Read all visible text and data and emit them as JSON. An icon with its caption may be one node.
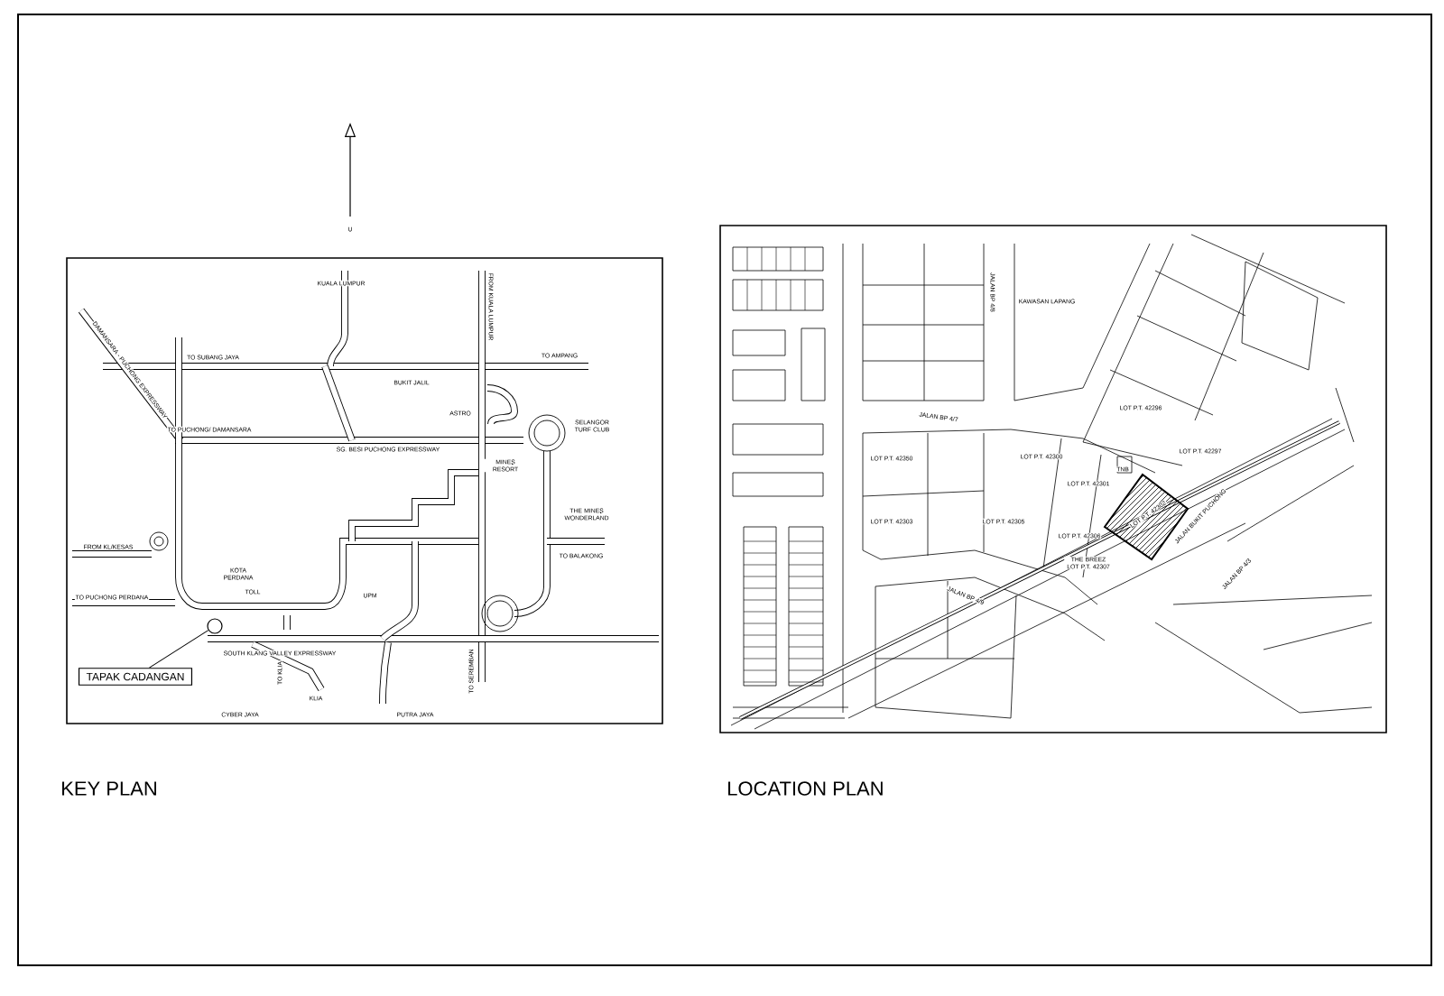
{
  "diagram": {
    "nodes": [
      {
        "text": [
          "TAPAK CADANGAN"
        ]
      },
      {
        "text": [],
        "shape": "circle"
      }
    ],
    "edges": [
      {
        "from": 0,
        "to": 1,
        "arrow": "none"
      }
    ],
    "labels": [
      "KUALA LUMPUR",
      "TO SUBANG JAYA",
      "TO AMPANG",
      "DAMANSARA - PUCHONG EXPRESSWAY",
      "BUKIT JALIL",
      "FROM KUALA LUMPUR",
      "TO PUCHONG/ DAMANSARA",
      "SG. BESI PUCHONG EXPRESSWAY",
      "ASTRO",
      "SELANGOR TURF CLUB",
      "MINES RESORT",
      "THE MINES WONDERLAND",
      "TO BALAKONG",
      "FROM KL/KESAS",
      "KOTA PERDANA",
      "TO PUCHONG PERDANA",
      "TOLL",
      "UPM",
      "SOUTH KLANG VALLEY EXPRESSWAY",
      "TO KLIA",
      "KLIA",
      "TO SEREMBAN",
      "CYBER JAYA",
      "PUTRA JAYA",
      "KEY PLAN",
      "LOCATION PLAN",
      "U",
      "JALAN BP 4/8",
      "KAWASAN LAPANG",
      "JALAN BP 4/7",
      "LOT P.T. 42296",
      "LOT P.T. 42297",
      "LOT P.T. 42350",
      "LOT P.T. 42300",
      "LOT P.T. 42301",
      "TNB",
      "LOT P.T. 42302",
      "LOT P.T. 42303",
      "LOT P.T. 42305",
      "LOT P.T. 42306",
      "THE BREEZ LOT P.T. 42307",
      "JALAN BP 4/9",
      "JALAN BUKIT PUCHONG",
      "JALAN BP 4/3"
    ]
  }
}
